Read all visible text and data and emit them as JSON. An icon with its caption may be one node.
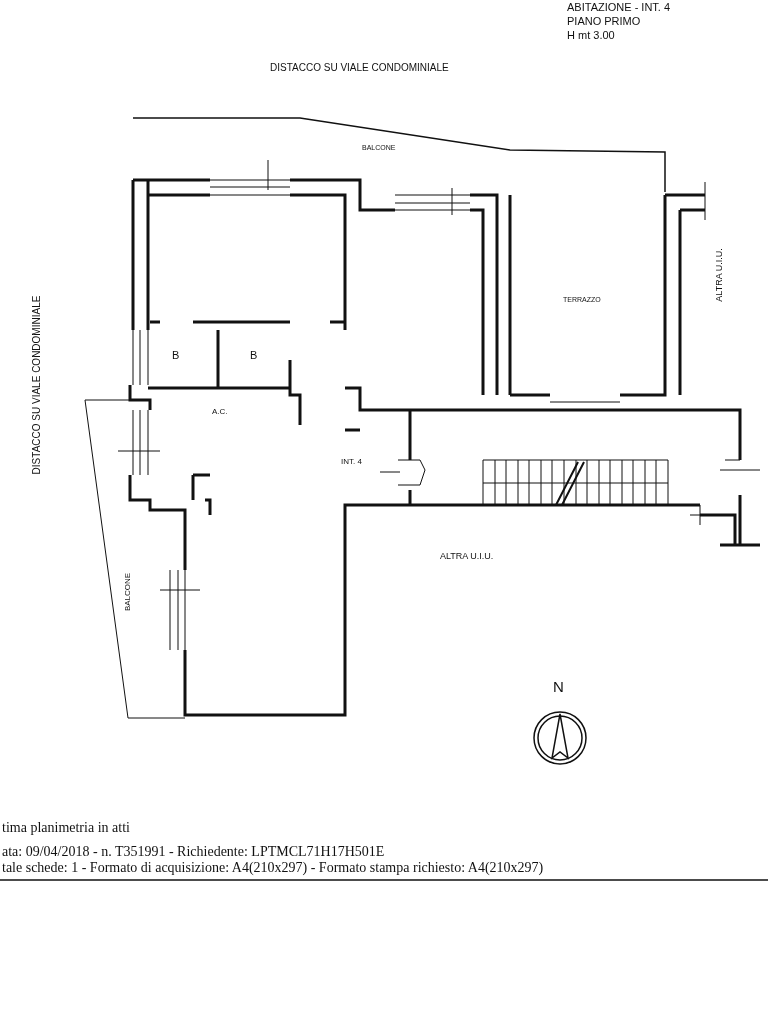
{
  "diagram": {
    "labels": [
      "ABITAZIONE - INT. 4",
      "PIANO PRIMO",
      "H mt 3.00",
      "DISTACCO SU VIALE CONDOMINIALE",
      "BALCONE",
      "TERRAZZO",
      "ALTRA U.I.U.",
      "DISTACCO SU VIALE CONDOMINIALE",
      "B",
      "B",
      "A.C.",
      "INT. 4",
      "ALTRA U.I.U.",
      "BALCONE",
      "N",
      "tima planimetria in atti",
      "ata: 09/04/2018 - n. T351991 - Richiedente: LPTMCL71H17H501E",
      "tale schede: 1 - Formato di acquisizione: A4(210x297)  - Formato stampa richiesto: A4(210x297)"
    ]
  }
}
